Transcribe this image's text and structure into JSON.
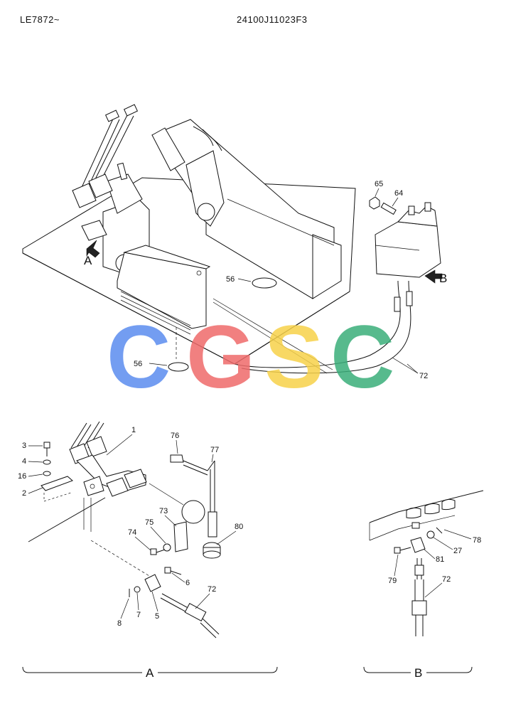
{
  "header": {
    "model": "LE7872~",
    "part_code": "24100J11023F3"
  },
  "views": {
    "a": "A",
    "b": "B"
  },
  "watermark": {
    "letters": [
      "C",
      "G",
      "S",
      "C"
    ],
    "colors": [
      "#5b8def",
      "#ef6b6b",
      "#f7d24a",
      "#3aae7a"
    ]
  },
  "callouts": {
    "p1": "1",
    "p2": "2",
    "p3": "3",
    "p4": "4",
    "p5": "5",
    "p6": "6",
    "p7": "7",
    "p8": "8",
    "p16": "16",
    "p27": "27",
    "p56a": "56",
    "p56b": "56",
    "p64": "64",
    "p65": "65",
    "p72a": "72",
    "p72b": "72",
    "p72c": "72",
    "p73": "73",
    "p74": "74",
    "p75": "75",
    "p76": "76",
    "p77": "77",
    "p78": "78",
    "p79": "79",
    "p80": "80",
    "p81": "81"
  }
}
